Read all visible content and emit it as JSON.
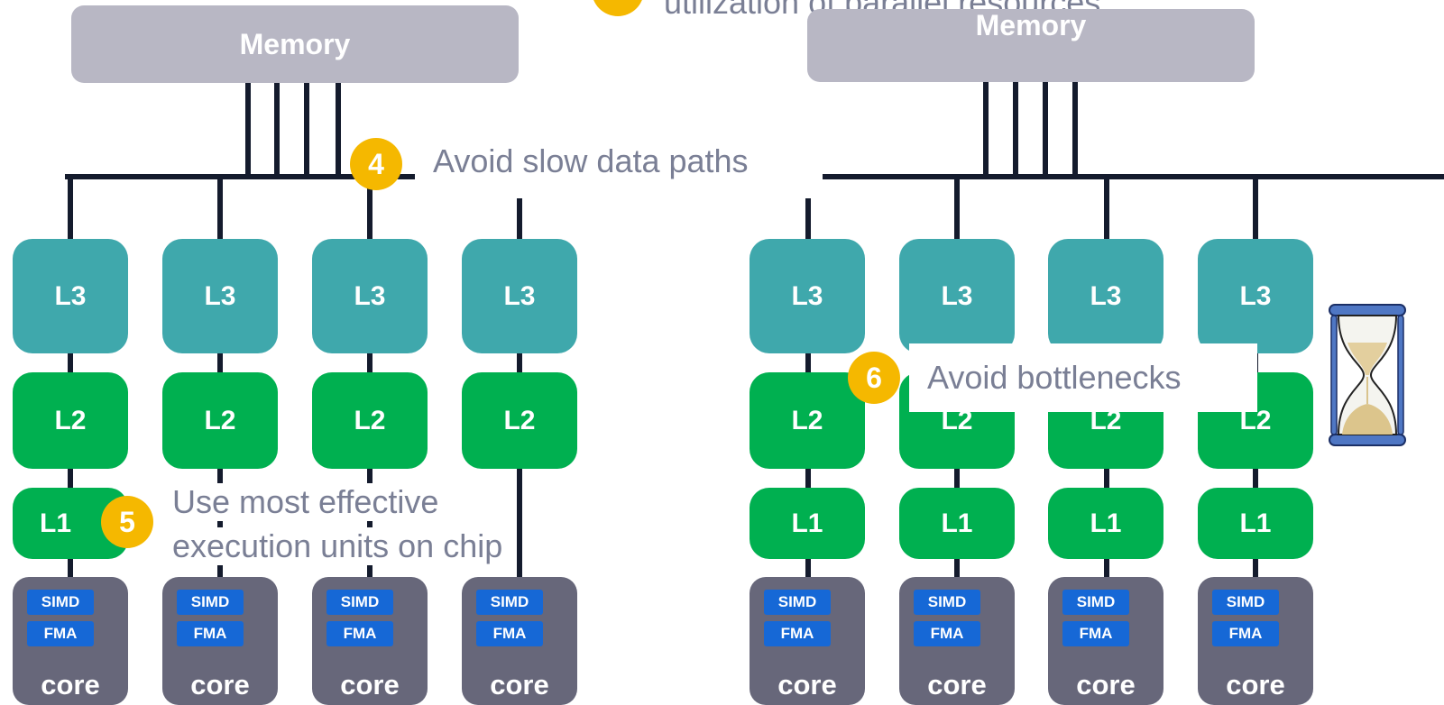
{
  "top_caption": "utilization of parallel resources",
  "memory_label": "Memory",
  "cache": {
    "l3": "L3",
    "l2": "L2",
    "l1": "L1"
  },
  "core": {
    "simd": "SIMD",
    "fma": "FMA",
    "core": "core"
  },
  "notes": {
    "n4": {
      "number": "4",
      "text": "Avoid slow data paths"
    },
    "n5": {
      "number": "5",
      "line1": "Use most effective",
      "line2": "execution units on chip"
    },
    "n6": {
      "number": "6",
      "text": "Avoid bottlenecks"
    }
  },
  "colors": {
    "memory": "#b8b7c4",
    "l3": "#3fa8ac",
    "l2": "#00b050",
    "l1": "#00b050",
    "core": "#67677a",
    "unit": "#1668d6",
    "badge": "#f5b800",
    "wire": "#141b2d",
    "note_text": "#7a7f95"
  },
  "icons": {
    "timer": "hourglass-icon"
  }
}
